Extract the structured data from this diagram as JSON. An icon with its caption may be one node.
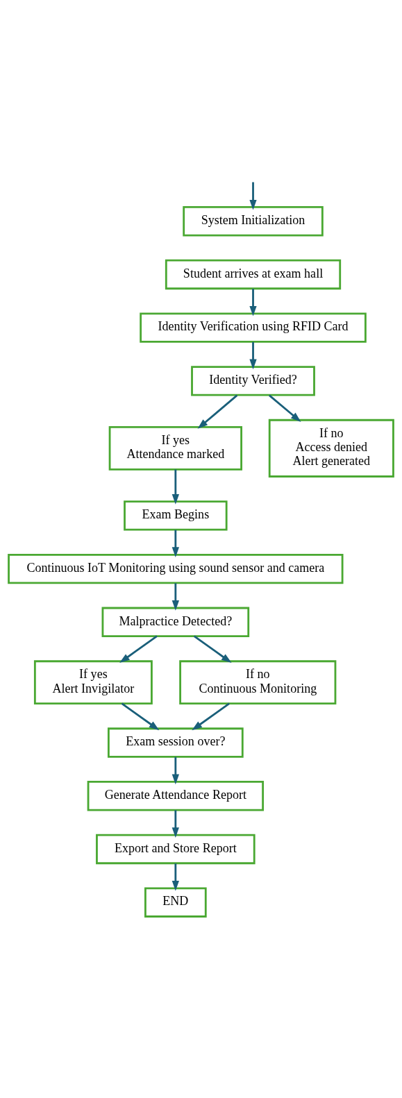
{
  "diagram": {
    "nodes": [
      {
        "text": [
          "System Initialization"
        ]
      },
      {
        "text": [
          "Student arrives at exam hall"
        ]
      },
      {
        "text": [
          "Identity Verification using RFID Card"
        ]
      },
      {
        "text": [
          "Identity Verified?"
        ]
      },
      {
        "text": [
          "If yes",
          "Attendance marked"
        ]
      },
      {
        "text": [
          "If no",
          "Access denied",
          "Alert generated"
        ]
      },
      {
        "text": [
          "Exam Begins"
        ]
      },
      {
        "text": [
          "Continuous IoT Monitoring using sound sensor and camera"
        ]
      },
      {
        "text": [
          "Malpractice Detected?"
        ]
      },
      {
        "text": [
          "If yes",
          "Alert Invigilator"
        ]
      },
      {
        "text": [
          "If no",
          "Continuous Monitoring"
        ]
      },
      {
        "text": [
          "Exam session over?"
        ]
      },
      {
        "text": [
          "Generate Attendance Report"
        ]
      },
      {
        "text": [
          "Export and Store Report"
        ]
      },
      {
        "text": [
          "END"
        ]
      }
    ],
    "edges": [
      {
        "from": null,
        "to": 0,
        "arrow": "to"
      },
      {
        "from": 1,
        "to": 2,
        "arrow": "to"
      },
      {
        "from": 2,
        "to": 3,
        "arrow": "to"
      },
      {
        "from": 3,
        "to": 4,
        "arrow": "to"
      },
      {
        "from": 3,
        "to": 5,
        "arrow": "to"
      },
      {
        "from": 4,
        "to": 6,
        "arrow": "to"
      },
      {
        "from": 6,
        "to": 7,
        "arrow": "to"
      },
      {
        "from": 7,
        "to": 8,
        "arrow": "to"
      },
      {
        "from": 8,
        "to": 9,
        "arrow": "to"
      },
      {
        "from": 8,
        "to": 10,
        "arrow": "to"
      },
      {
        "from": 9,
        "to": 11,
        "arrow": "to"
      },
      {
        "from": 10,
        "to": 11,
        "arrow": "to"
      },
      {
        "from": 11,
        "to": 12,
        "arrow": "to"
      },
      {
        "from": 12,
        "to": 13,
        "arrow": "to"
      },
      {
        "from": 13,
        "to": 14,
        "arrow": "to"
      }
    ]
  }
}
